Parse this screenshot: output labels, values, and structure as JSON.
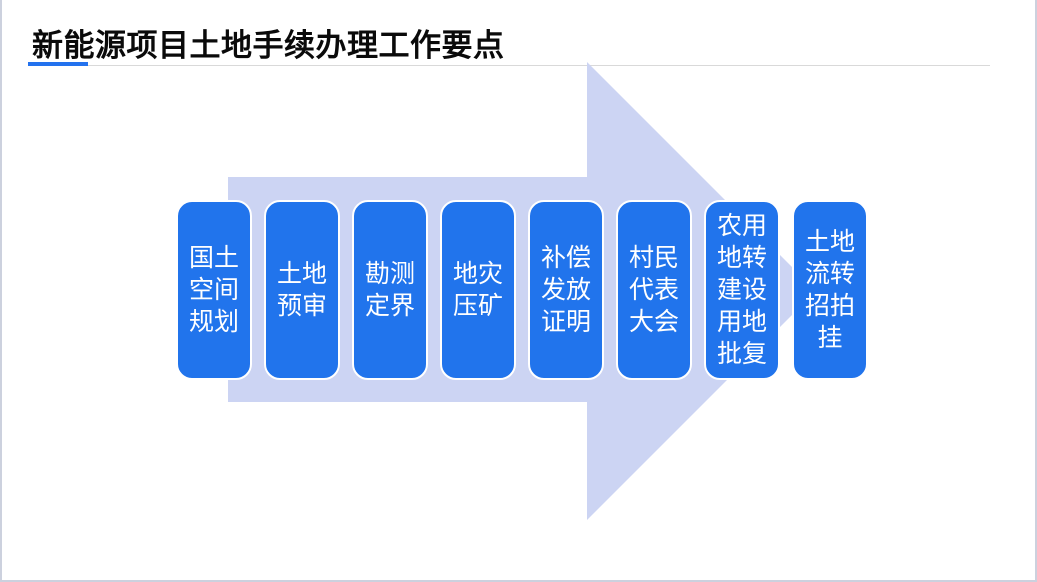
{
  "slide": {
    "title": "新能源项目土地手续办理工作要点"
  },
  "colors": {
    "accent": "#2372ee",
    "box_fill": "#2174ec",
    "arrow_fill": "#ccd4f3",
    "box_text": "#ffffff",
    "divider": "#d9d9d9",
    "frame": "#ccd1de",
    "title_color": "#0a0a0a"
  },
  "process": {
    "shape": "right-arrow",
    "steps": [
      {
        "label": "国土空间规划",
        "display": "国土\n空间\n规划"
      },
      {
        "label": "土地预审",
        "display": "土地\n预审"
      },
      {
        "label": "勘测定界",
        "display": "勘测\n定界"
      },
      {
        "label": "地灾压矿",
        "display": "地灾\n压矿"
      },
      {
        "label": "补偿发放证明",
        "display": "补偿\n发放\n证明"
      },
      {
        "label": "村民代表大会",
        "display": "村民\n代表\n大会"
      },
      {
        "label": "农用地转建设用地批复",
        "display": "农用\n地转\n建设\n用地\n批复"
      },
      {
        "label": "土地流转招拍挂",
        "display": "土地\n流转\n招拍\n挂"
      }
    ]
  }
}
